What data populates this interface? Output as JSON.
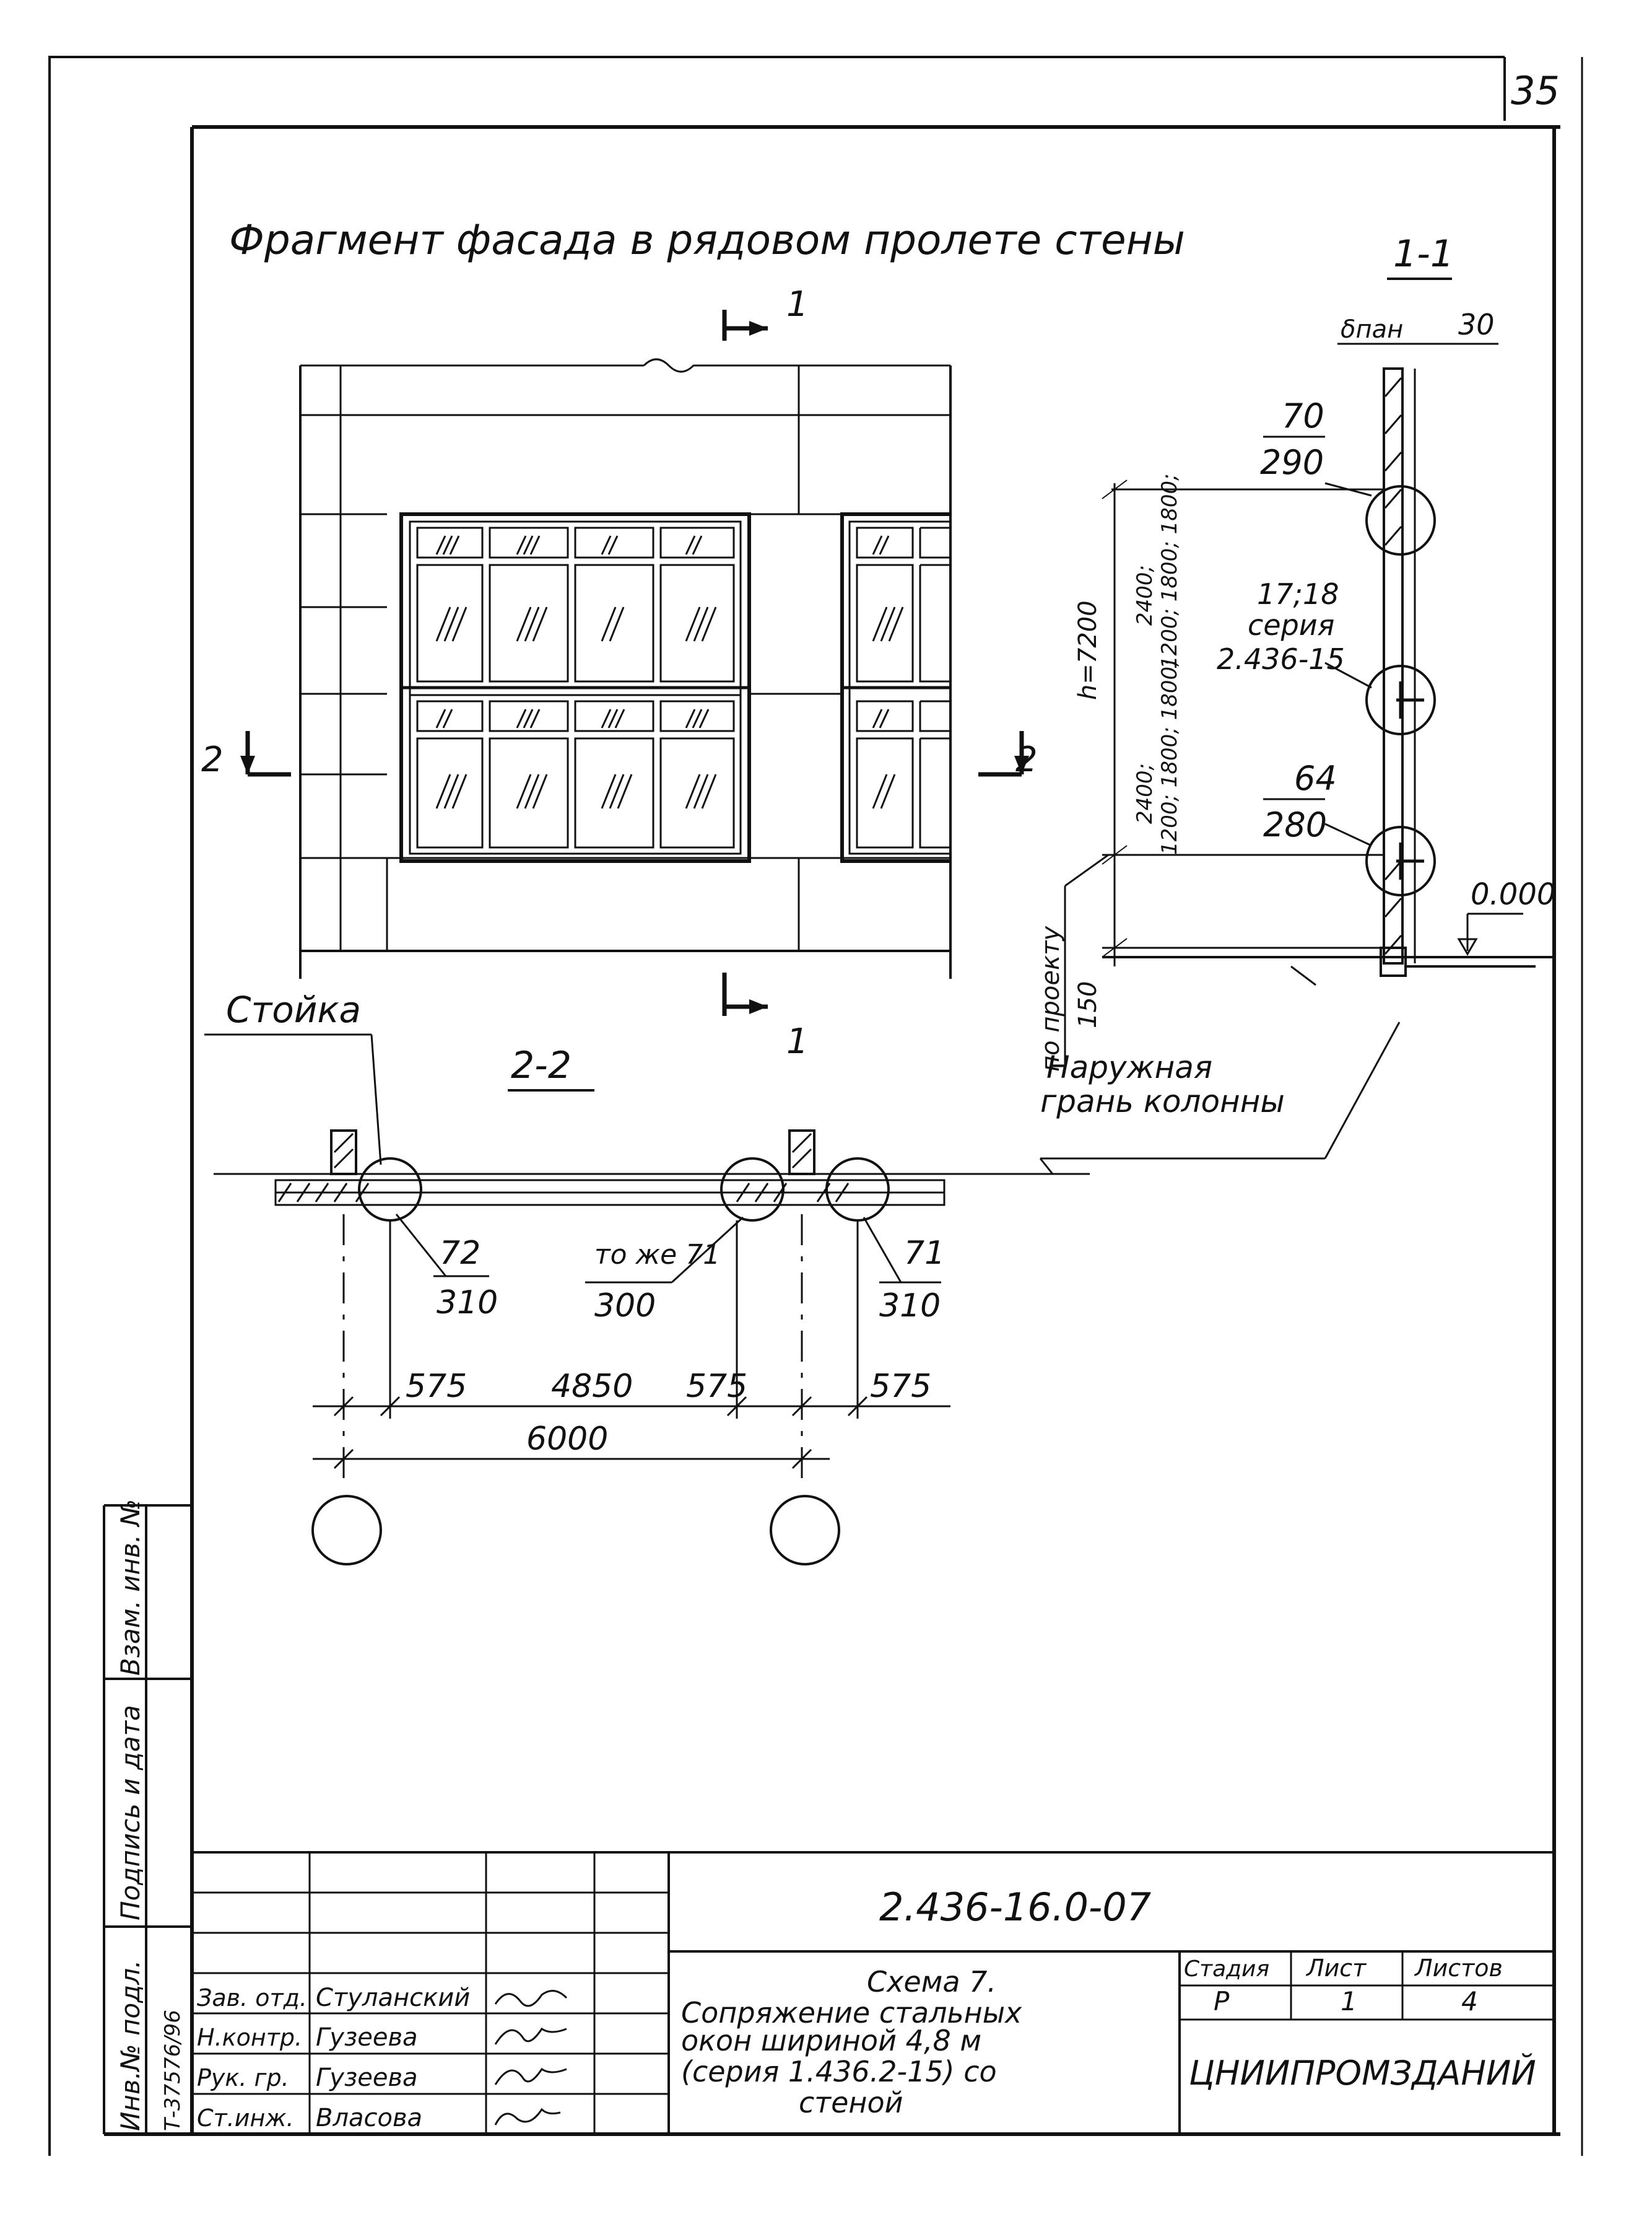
{
  "page_number": "35",
  "title": "Фрагмент фасада в рядовом пролете стены",
  "section_1": {
    "label": "1-1",
    "dim_top_left": "δпан",
    "dim_top_right": "30",
    "callout_top": {
      "num": "70",
      "den": "290"
    },
    "callout_mid": {
      "lines": [
        "17;18",
        "серия",
        "2.436-15"
      ]
    },
    "callout_bot": {
      "num": "64",
      "den": "280"
    },
    "h_label": "h=7200",
    "h_up_a": "2400;",
    "h_up_b": "1200; 1800; 1800;",
    "h_low_a": "2400;",
    "h_low_b": "1200; 1800; 1800;",
    "po_proektu": "по проекту",
    "dim_150": "150",
    "level": "0.000",
    "outer_edge": [
      "Наружная",
      "грань колонны"
    ]
  },
  "facade": {
    "cut_top": "1",
    "cut_bottom": "1",
    "cut_left": "2",
    "cut_right": "2"
  },
  "section_2": {
    "label": "2-2",
    "stoika": "Стойка",
    "callout_left": {
      "num": "72",
      "den": "310"
    },
    "callout_mid": {
      "num": "то же 71",
      "den": "300"
    },
    "callout_right": {
      "num": "71",
      "den": "310"
    },
    "dims": [
      "575",
      "4850",
      "575",
      "575"
    ],
    "dim_total": "6000"
  },
  "stamp": {
    "code": "2.436-16.0-07",
    "description": [
      "Схема 7.",
      "Сопряжение стальных",
      "окон шириной 4,8 м",
      "(серия 1.436.2-15) со",
      "стеной"
    ],
    "col_stage": "Стадия",
    "col_sheet": "Лист",
    "col_sheets": "Листов",
    "stage": "Р",
    "sheet": "1",
    "sheets": "4",
    "org": "ЦНИИПРОМЗДАНИЙ",
    "people": [
      {
        "role": "Зав. отд.",
        "name": "Стуланский"
      },
      {
        "role": "Н.контр.",
        "name": "Гузеева"
      },
      {
        "role": "Рук. гр.",
        "name": "Гузеева"
      },
      {
        "role": "Ст.инж.",
        "name": "Власова"
      }
    ]
  },
  "side_strip": {
    "inv_podl": "Инв.№ подл.",
    "inv_no": "Т-37576/96",
    "podpis": "Подпись и дата",
    "vzam": "Взам. инв. №"
  }
}
